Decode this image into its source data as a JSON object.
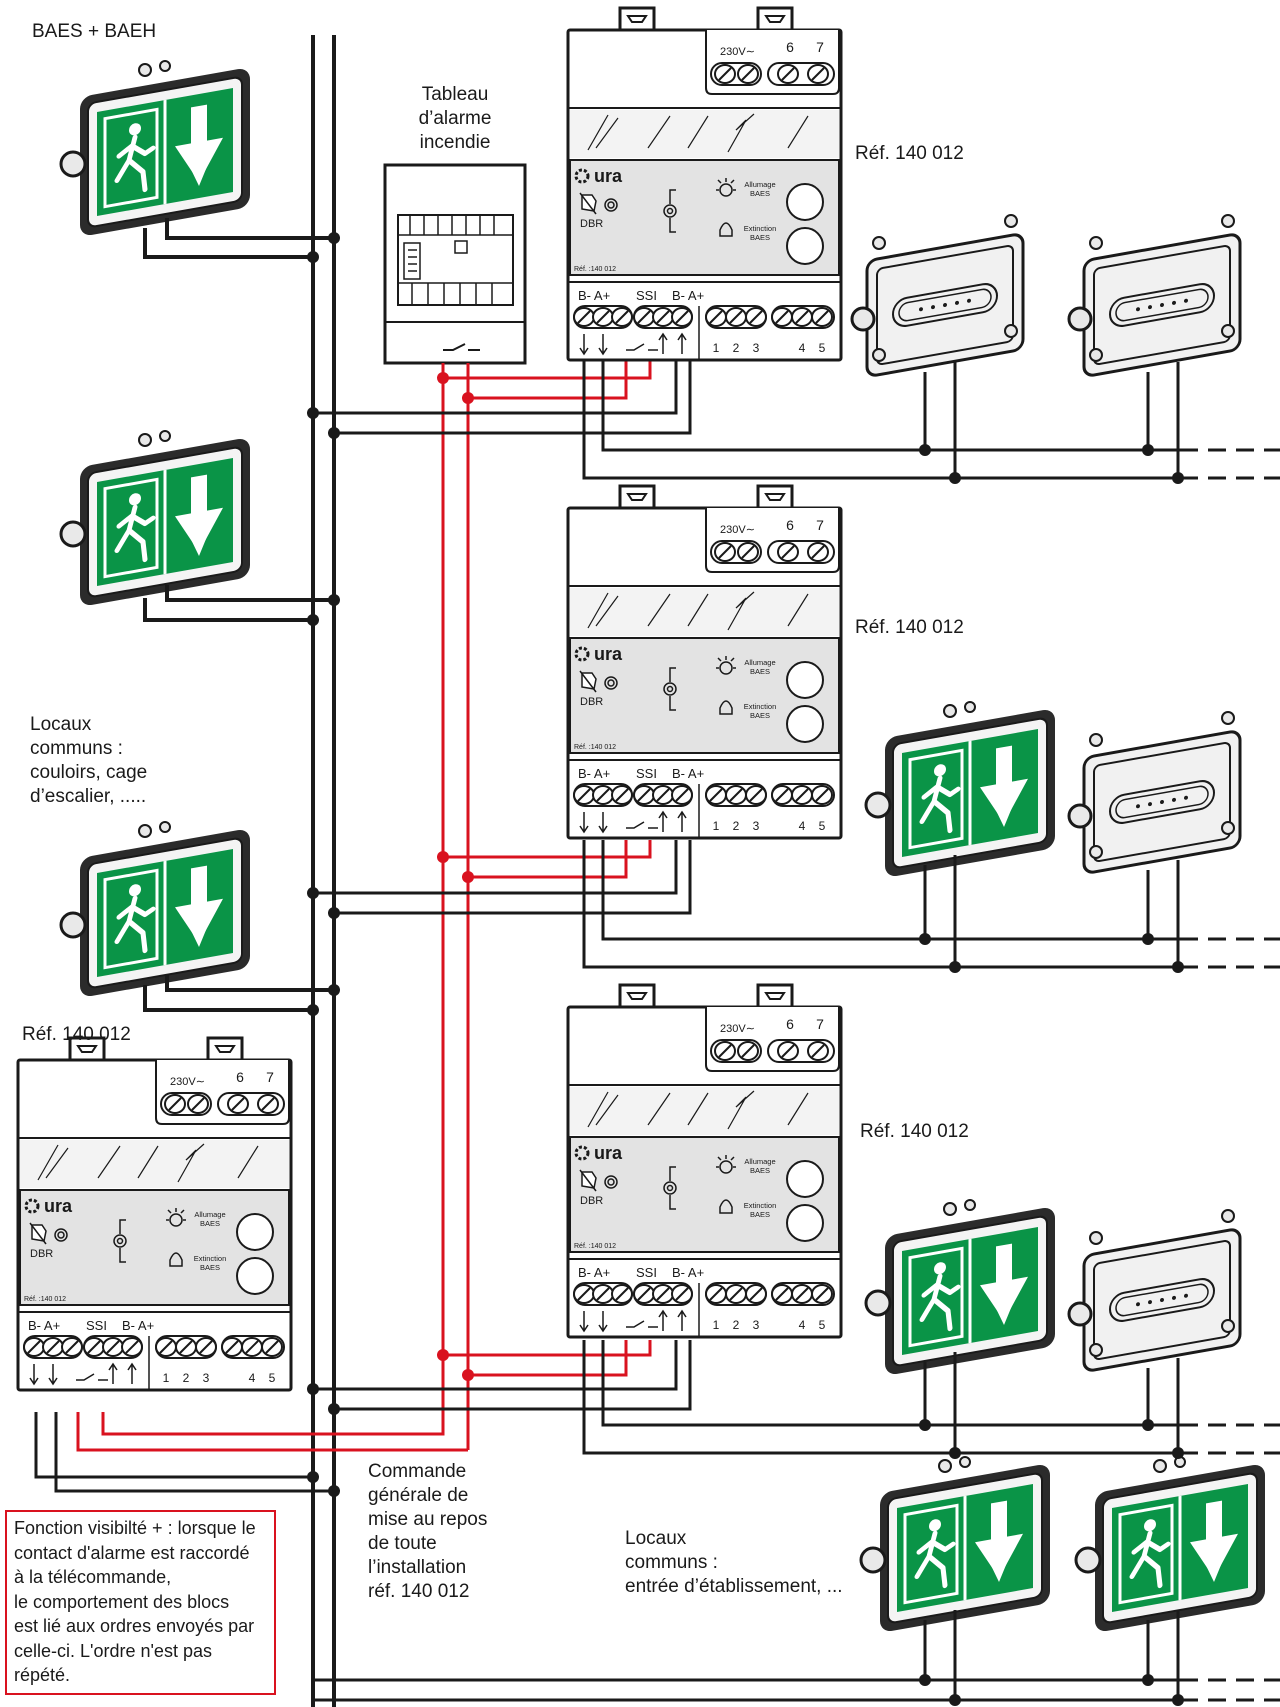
{
  "labels": {
    "top_left_title": "BAES + BAEH",
    "alarm_panel": [
      "Tableau",
      "d’alarme",
      "incendie"
    ],
    "corridors": [
      "Locaux",
      "communs :",
      "couloirs, cage",
      "d’escalier, ....."
    ],
    "entrance": [
      "Locaux",
      "communs :",
      "entrée d’établissement, ..."
    ],
    "command": [
      "Commande",
      "générale de",
      "mise au repos",
      "de toute",
      "l’installation",
      "réf. 140 012"
    ],
    "note": [
      "Fonction visibilté + : lorsque le",
      "contact d'alarme est raccordé",
      "à la télécommande,",
      "le comportement des blocs",
      "est lié aux ordres envoyés par",
      "celle-ci. L'ordre n'est pas",
      "répété."
    ]
  },
  "modules": [
    {
      "ref": "Réf. 140 012"
    },
    {
      "ref": "Réf. 140 012"
    },
    {
      "ref": "Réf. 140 012"
    },
    {
      "ref": "Réf. 140 012"
    }
  ],
  "module_text": {
    "voltage": "230V∼",
    "term6": "6",
    "term7": "7",
    "brand": "ura",
    "dbr": "DBR",
    "allumage": [
      "Allumage",
      "BAES"
    ],
    "extinction": [
      "Extinction",
      "BAES"
    ],
    "small_ref": "Réf. :140 012",
    "bus1": "B- A+",
    "ssi": "SSI",
    "bus2": "B- A+",
    "n1": "1",
    "n2": "2",
    "n3": "3",
    "n4": "4",
    "n5": "5"
  },
  "colors": {
    "wire": "#1a1a1a",
    "alarm_wire": "#d9121f",
    "exit_sign_green": "#0a9447",
    "module_gray": "#e3e3e3"
  }
}
